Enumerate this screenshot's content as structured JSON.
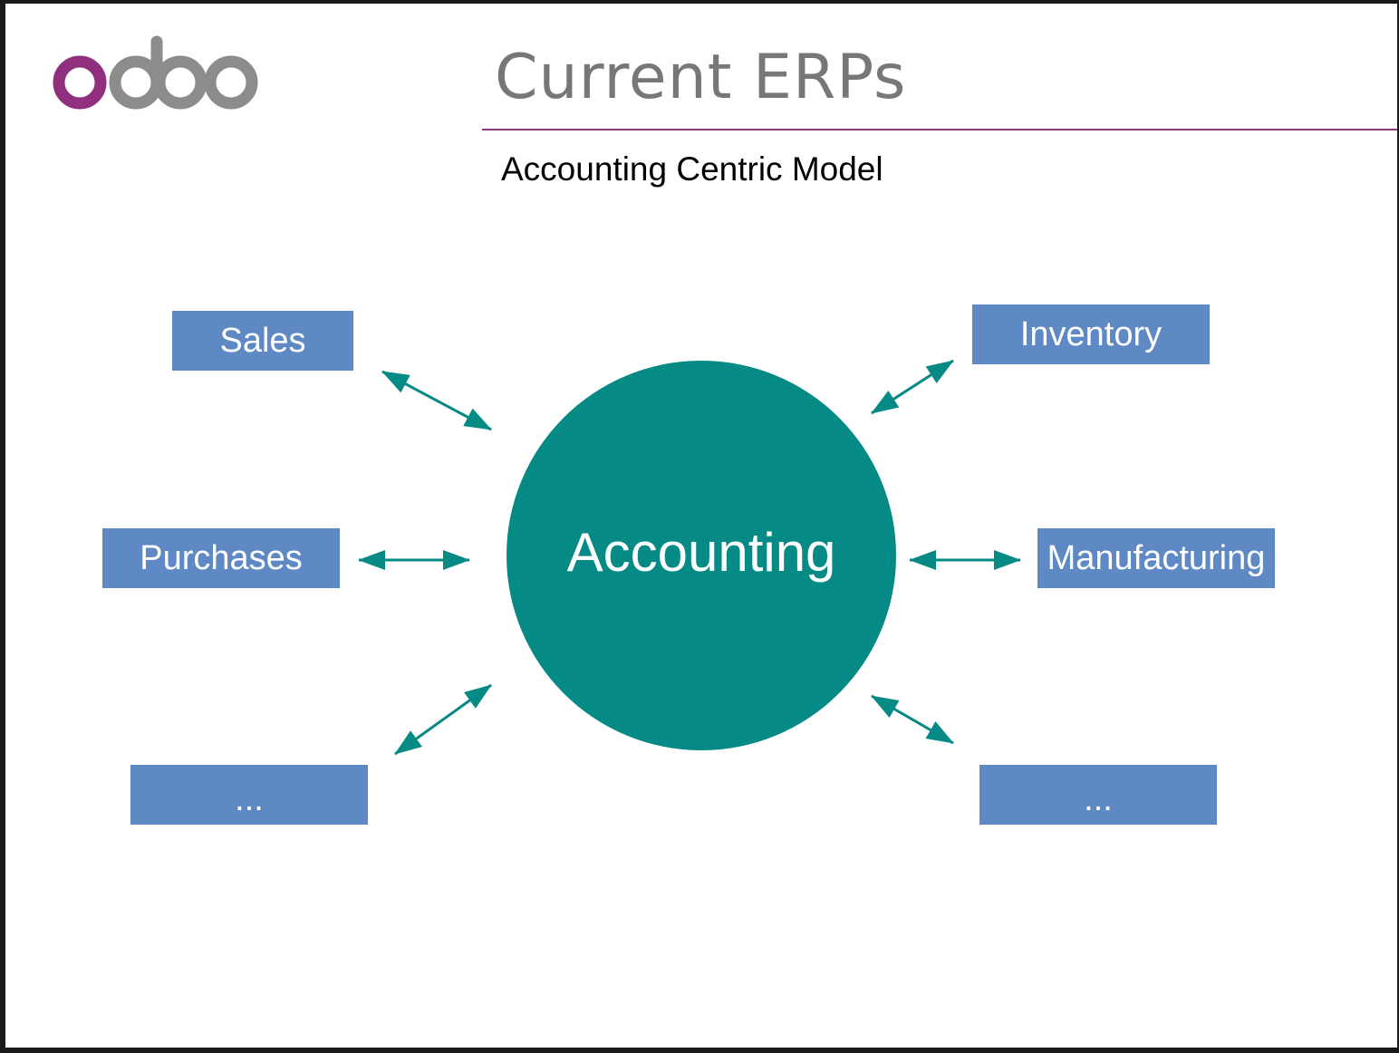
{
  "slide": {
    "logo_text": "odoo",
    "title": "Current ERPs",
    "subtitle": "Accounting Centric Model"
  },
  "diagram": {
    "center": "Accounting",
    "modules": {
      "sales": "Sales",
      "purchases": "Purchases",
      "left_more": "...",
      "inventory": "Inventory",
      "manufacturing": "Manufacturing",
      "right_more": "..."
    }
  },
  "colors": {
    "hub": "#058a86",
    "box": "#5f89c4",
    "arrow": "#058a86",
    "rule": "#8a3b7a",
    "logo_accent": "#8f2f7e",
    "logo_gray": "#8c8c8c"
  },
  "icons": {
    "logo": "odoo-logo"
  }
}
